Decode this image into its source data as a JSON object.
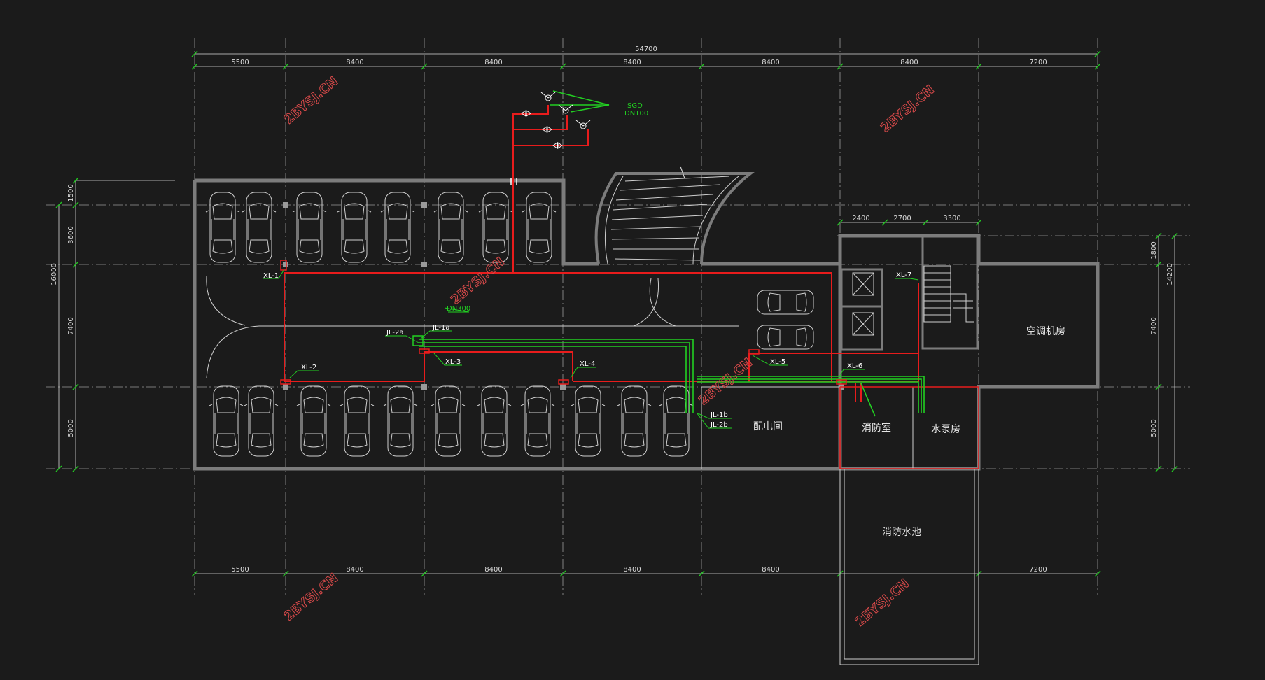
{
  "colors": {
    "background": "#1b1b1b",
    "wall": "#7c7c7c",
    "axis": "#9a9a9a",
    "dim": "#d8d8d8",
    "dim_tick": "#22c622",
    "pipe_red": "#e81c1c",
    "pipe_green": "#22d022",
    "label": "#ffffff",
    "watermark": "#d94a4a"
  },
  "dimensions": {
    "overall": "54700",
    "top": [
      "5500",
      "8400",
      "8400",
      "8400",
      "8400",
      "8400",
      "7200"
    ],
    "bottom": [
      "5500",
      "8400",
      "8400",
      "8400",
      "8400",
      "7200"
    ],
    "left": [
      "1500",
      "3600",
      "7400",
      "5000"
    ],
    "left_total": "16000",
    "right": [
      "1800",
      "7400",
      "5000"
    ],
    "right_total": "14200",
    "core": [
      "2400",
      "2700",
      "3300"
    ]
  },
  "rooms": {
    "electrical": "配电间",
    "fire_control": "消防室",
    "pump": "水泵房",
    "ac_machine": "空调机房",
    "fire_pool": "消防水池"
  },
  "pipe_labels": {
    "xl1": "XL-1",
    "xl2": "XL-2",
    "xl3": "XL-3",
    "xl4": "XL-4",
    "xl5": "XL-5",
    "xl6": "XL-6",
    "xl7": "XL-7",
    "jl1a": "JL-1a",
    "jl2a": "JL-2a",
    "jl1b": "JL-1b",
    "jl2b": "JL-2b",
    "dn300": "DN300",
    "inlet_sgd": "SGD",
    "inlet_dn": "DN100"
  },
  "watermark": "2BYSJ.CN",
  "icons": [
    "car-icon",
    "elevator-icon",
    "stair-icon",
    "valve-icon"
  ]
}
